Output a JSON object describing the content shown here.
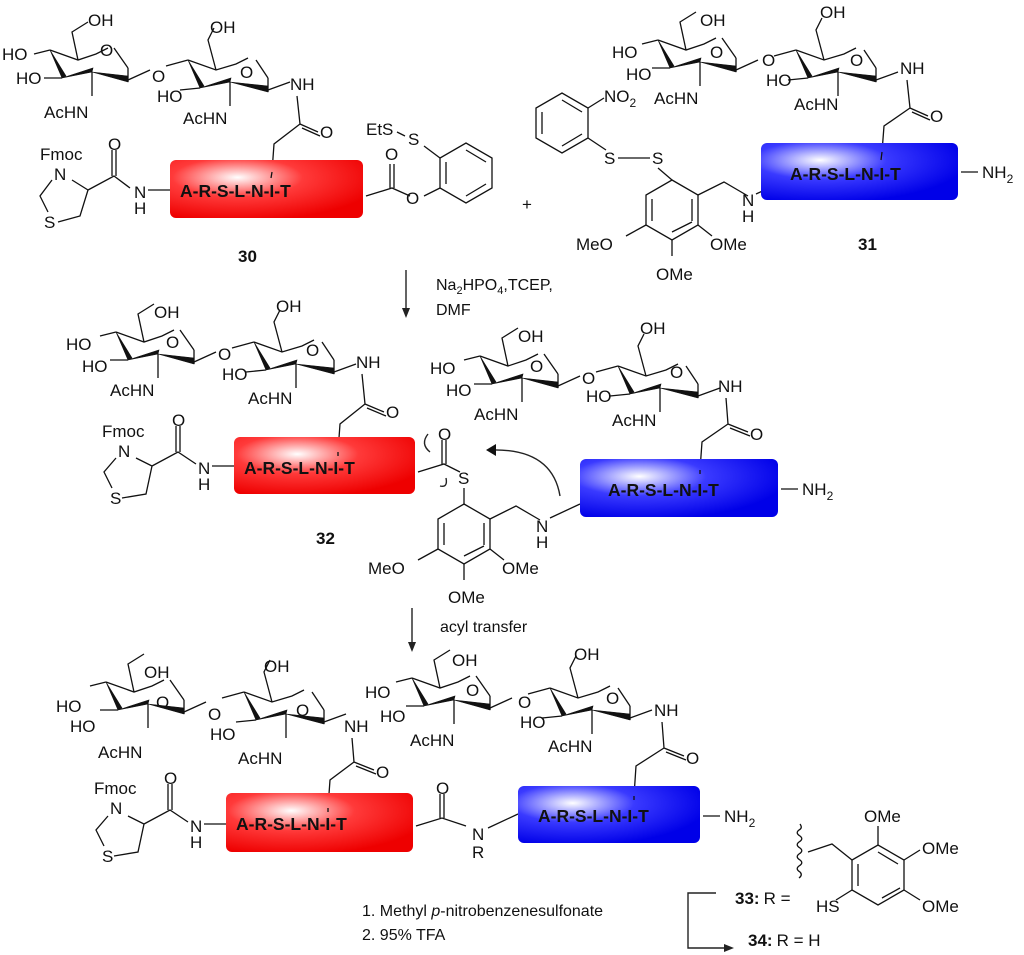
{
  "scheme": {
    "peptide_sequence": "A-R-S-L-N-I-T",
    "colors": {
      "red_segment": "#ff0000",
      "blue_segment": "#0000ff"
    },
    "atoms": {
      "oh": "OH",
      "ho": "HO",
      "o": "O",
      "achn": "AcHN",
      "nh": "NH",
      "n": "N",
      "h": "H",
      "s": "S",
      "fmoc": "Fmoc",
      "nh2": "NH",
      "two": "2",
      "ets": "EtS",
      "meo": "MeO",
      "ome": "OMe",
      "r": "R",
      "no2": "NO",
      "hs": "HS"
    },
    "plus": "+",
    "compounds": {
      "c30": "30",
      "c31": "31",
      "c32": "32",
      "c33_label": "33:",
      "c33_rest": "R =",
      "c34_label": "34:",
      "c34_rest": "R = H"
    },
    "conditions": {
      "step1_line1_a": "Na",
      "step1_line1_sub1": "2",
      "step1_line1_b": "HPO",
      "step1_line1_sub2": "4",
      "step1_line1_c": ",TCEP,",
      "step1_line2": "DMF",
      "step2": "acyl transfer",
      "step3_line1_a": "1. Methyl ",
      "step3_line1_italic": "p",
      "step3_line1_b": "-nitrobenzenesulfonate",
      "step3_line2": "2. 95% TFA"
    }
  }
}
